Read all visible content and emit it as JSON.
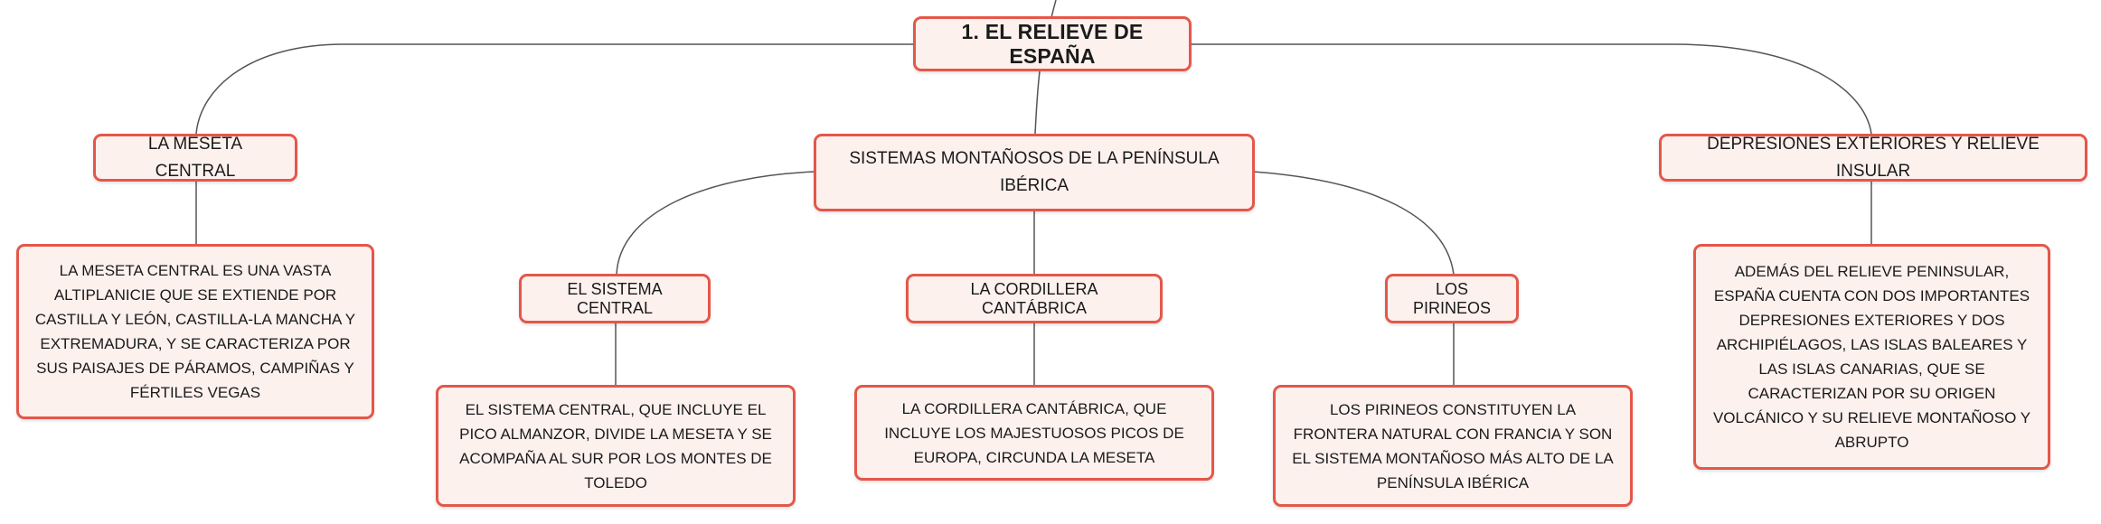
{
  "colors": {
    "node_border": "#e4574a",
    "node_fill": "#fdf1ee",
    "connector": "#555555"
  },
  "root": {
    "label": "1. EL RELIEVE DE ESPAÑA"
  },
  "meseta": {
    "label": "LA MESETA CENTRAL",
    "description": "LA MESETA CENTRAL ES UNA VASTA ALTIPLANICIE QUE SE EXTIENDE POR CASTILLA Y LEÓN, CASTILLA-LA MANCHA Y EXTREMADURA, Y SE CARACTERIZA POR SUS PAISAJES DE PÁRAMOS, CAMPIÑAS Y FÉRTILES VEGAS"
  },
  "sistemas": {
    "label": "SISTEMAS MONTAÑOSOS DE LA PENÍNSULA IBÉRICA",
    "children": [
      {
        "label": "EL SISTEMA CENTRAL",
        "description": "EL SISTEMA CENTRAL, QUE INCLUYE EL PICO ALMANZOR, DIVIDE LA MESETA Y SE ACOMPAÑA AL SUR POR LOS MONTES DE TOLEDO"
      },
      {
        "label": "LA CORDILLERA CANTÁBRICA",
        "description": "LA CORDILLERA CANTÁBRICA, QUE INCLUYE LOS MAJESTUOSOS PICOS DE EUROPA, CIRCUNDA LA MESETA"
      },
      {
        "label": "LOS PIRINEOS",
        "description": "LOS PIRINEOS CONSTITUYEN LA FRONTERA NATURAL CON FRANCIA Y SON EL SISTEMA MONTAÑOSO MÁS ALTO DE LA PENÍNSULA IBÉRICA"
      }
    ]
  },
  "depresiones": {
    "label": "DEPRESIONES EXTERIORES Y RELIEVE INSULAR",
    "description": "ADEMÁS DEL RELIEVE PENINSULAR, ESPAÑA CUENTA CON DOS IMPORTANTES DEPRESIONES EXTERIORES Y DOS ARCHIPIÉLAGOS, LAS ISLAS BALEARES Y LAS ISLAS CANARIAS, QUE SE CARACTERIZAN POR SU ORIGEN VOLCÁNICO Y SU RELIEVE MONTAÑOSO Y ABRUPTO"
  }
}
